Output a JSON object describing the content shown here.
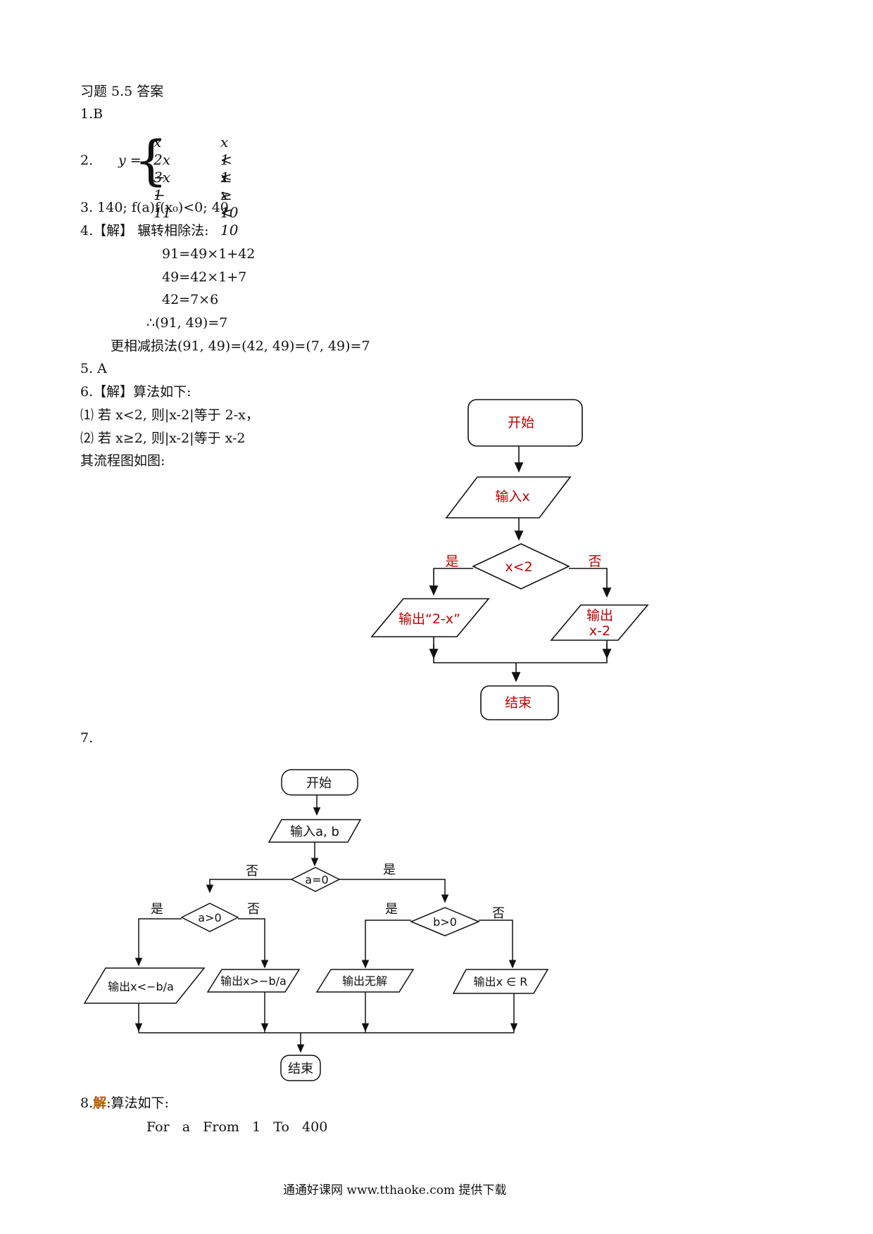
{
  "title": "习题 5.5 答案",
  "a1": "1.B",
  "a2": {
    "num": "2.",
    "lhs": "y =",
    "rows": [
      {
        "expr": "x",
        "cond": "x < 1"
      },
      {
        "expr": "2x − 1",
        "cond": "1 ≤ x < 10"
      },
      {
        "expr": "3x − 11",
        "cond": "x ≥ 10"
      }
    ]
  },
  "a3": "3.  140; f(a)f(x₀)<0; 40",
  "a4": {
    "head": "4.【解】 辗转相除法:",
    "lines": [
      "91=49×1+42",
      "49=42×1+7",
      "42=7×6",
      "∴(91, 49)=7"
    ],
    "sub": "更相减损法(91, 49)=(42, 49)=(7, 49)=7"
  },
  "a5": "5. A",
  "a6": {
    "head": "6.【解】算法如下:",
    "l1": "⑴ 若 x<2, 则|x-2|等于 2-x，",
    "l2": "⑵ 若 x≥2, 则|x-2|等于 x-2",
    "l3": "其流程图如图:"
  },
  "flow1": {
    "start": "开始",
    "input": "输入x",
    "cond": "x<2",
    "yes": "是",
    "no": "否",
    "out_yes": "输出“2-x”",
    "out_no_1": "输出",
    "out_no_2": "x-2",
    "end": "结束"
  },
  "a7": "7.",
  "flow2": {
    "start": "开始",
    "input": "输入a, b",
    "cond": "a=0",
    "no": "否",
    "yes": "是",
    "cond_a": "a>0",
    "cond_b": "b>0",
    "out1": "输出x<−b/a",
    "out2": "输出x>−b/a",
    "out3": "输出无解",
    "out4": "输出x ∈ R",
    "end": "结束"
  },
  "a8": {
    "num": "8.",
    "jie": "解",
    "rest": ":算法如下:",
    "code": "For   a   From   1   To   400"
  },
  "footer": "通通好课网  www.tthaoke.com  提供下载"
}
